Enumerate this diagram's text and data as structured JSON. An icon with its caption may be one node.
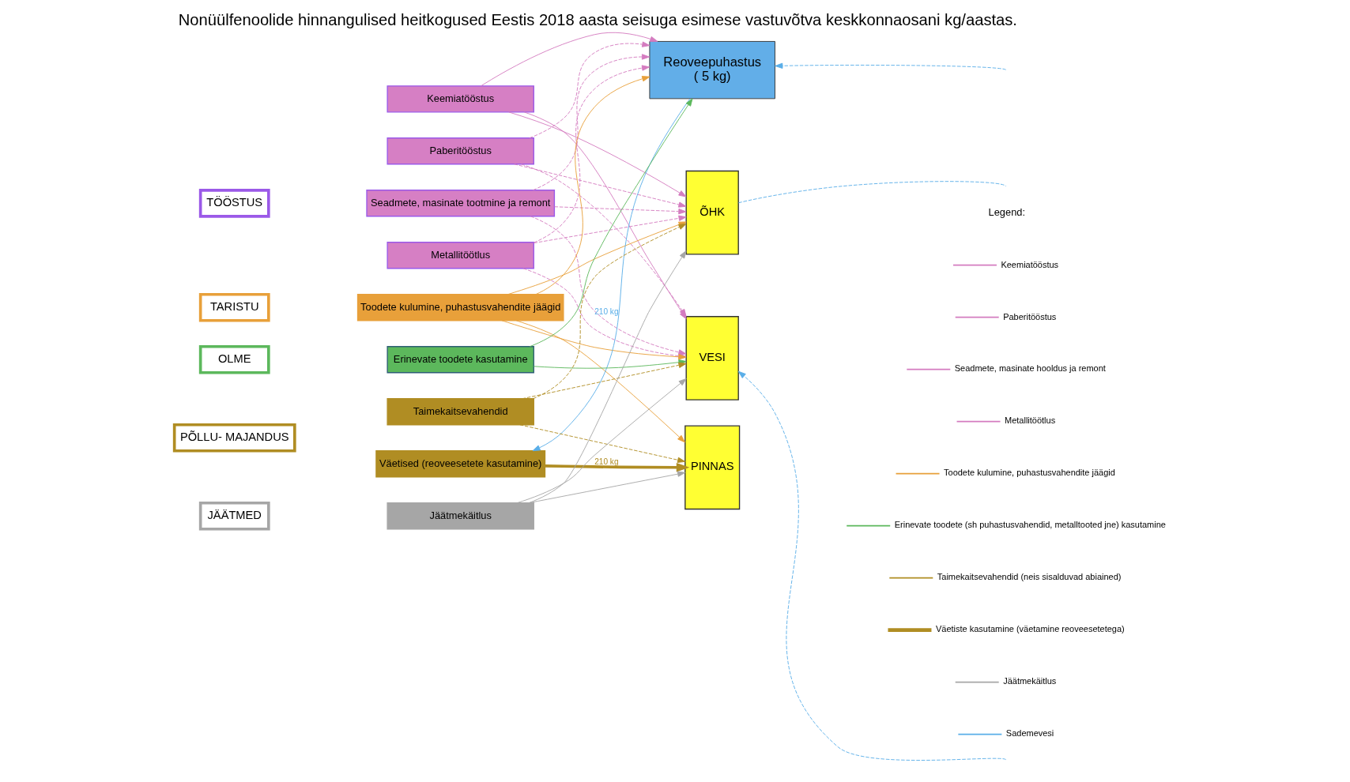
{
  "diagram": {
    "title": "Nonüülfenoolide hinnangulised heitkogused Eestis 2018 aasta seisuga esimese vastuvõtva keskkonnaosani kg/aastas.",
    "nodes": [
      {
        "text": [
          "TÖÖSTUS"
        ]
      },
      {
        "text": [
          "Keemiatööstus"
        ]
      },
      {
        "text": [
          "Paberitööstus"
        ]
      },
      {
        "text": [
          "Seadmete, masinate tootmine ja remont"
        ]
      },
      {
        "text": [
          "Metallitöötlus"
        ]
      },
      {
        "text": [
          "TARISTU"
        ]
      },
      {
        "text": [
          "Toodete kulumine, puhastusvahendite jäägid"
        ]
      },
      {
        "text": [
          "Reoveepuhastus",
          "( 5 kg)"
        ]
      },
      {
        "text": [
          "OLME"
        ]
      },
      {
        "text": [
          "Erinevate toodete kasutamine"
        ]
      },
      {
        "text": [
          "PÕLLU- MAJANDUS"
        ]
      },
      {
        "text": [
          "Taimekaitsevahendid"
        ]
      },
      {
        "text": [
          "Väetised (reoveesetete kasutamine)"
        ]
      },
      {
        "text": [
          "JÄÄTMED"
        ]
      },
      {
        "text": [
          "Jäätmekäitlus"
        ]
      },
      {
        "text": [
          "ÕHK"
        ]
      },
      {
        "text": [
          "VESI"
        ]
      },
      {
        "text": [
          "PINNAS"
        ]
      }
    ],
    "edges": [
      {
        "from": 1,
        "to": 15,
        "arrow": "to"
      },
      {
        "from": 1,
        "to": 7,
        "arrow": "to"
      },
      {
        "from": 1,
        "to": 16,
        "arrow": "to"
      },
      {
        "from": 2,
        "to": 15,
        "arrow": "to",
        "style": "dashed"
      },
      {
        "from": 2,
        "to": 7,
        "arrow": "to",
        "style": "dashed"
      },
      {
        "from": 2,
        "to": 16,
        "arrow": "to",
        "style": "dashed"
      },
      {
        "from": 3,
        "to": 15,
        "arrow": "to",
        "style": "dashed"
      },
      {
        "from": 3,
        "to": 7,
        "arrow": "to",
        "style": "dashed"
      },
      {
        "from": 3,
        "to": 16,
        "arrow": "to",
        "style": "dashed"
      },
      {
        "from": 4,
        "to": 15,
        "arrow": "to",
        "style": "dashed"
      },
      {
        "from": 4,
        "to": 7,
        "arrow": "to",
        "style": "dashed"
      },
      {
        "from": 4,
        "to": 16,
        "arrow": "to",
        "style": "dashed"
      },
      {
        "from": 6,
        "to": 7,
        "arrow": "to",
        "color": "#e8a03a"
      },
      {
        "from": 6,
        "to": 15,
        "arrow": "to",
        "color": "#e8a03a"
      },
      {
        "from": 6,
        "to": 16,
        "arrow": "to",
        "color": "#e8a03a"
      },
      {
        "from": 6,
        "to": 17,
        "arrow": "to",
        "color": "#e8a03a"
      },
      {
        "from": 7,
        "to": 12,
        "arrow": "to",
        "label": "210 kg",
        "color": "#5aaee8"
      },
      {
        "from": 9,
        "to": 7,
        "arrow": "to",
        "color": "#5cb85c"
      },
      {
        "from": 9,
        "to": 16,
        "arrow": "to",
        "color": "#5cb85c"
      },
      {
        "from": 11,
        "to": 15,
        "arrow": "to",
        "style": "dashed",
        "color": "#b08d23"
      },
      {
        "from": 11,
        "to": 16,
        "arrow": "to",
        "style": "dashed",
        "color": "#b08d23"
      },
      {
        "from": 11,
        "to": 17,
        "arrow": "to",
        "style": "dashed",
        "color": "#b08d23"
      },
      {
        "from": 12,
        "to": 17,
        "arrow": "to",
        "label": "210 kg",
        "style": "thick",
        "color": "#b08d23"
      },
      {
        "from": 14,
        "to": 15,
        "arrow": "to",
        "color": "#a6a6a6"
      },
      {
        "from": 14,
        "to": 16,
        "arrow": "to",
        "color": "#a6a6a6"
      },
      {
        "from": 14,
        "to": 17,
        "arrow": "to",
        "color": "#a6a6a6"
      },
      {
        "from": null,
        "to": 7,
        "arrow": "to",
        "style": "dashed",
        "color": "#5aaee8"
      },
      {
        "from": 15,
        "to": null,
        "arrow": "none",
        "style": "dashed",
        "color": "#5aaee8"
      },
      {
        "from": null,
        "to": 16,
        "arrow": "to",
        "style": "dashed",
        "color": "#5aaee8"
      }
    ],
    "labels": [
      "Legend:"
    ],
    "legend": [
      {
        "text": "Keemiatööstus"
      },
      {
        "text": "Paberitööstus"
      },
      {
        "text": "Seadmete, masinate hooldus ja remont"
      },
      {
        "text": "Metallitöötlus"
      },
      {
        "text": "Toodete kulumine, puhastusvahendite jäägid"
      },
      {
        "text": "Erinevate toodete (sh puhastusvahendid, metalltooted jne) kasutamine"
      },
      {
        "text": "Taimekaitsevahendid (neis sisalduvad abiained)"
      },
      {
        "text": "Väetiste kasutamine (väetamine reoveesetetega)"
      },
      {
        "text": "Jäätmekäitlus"
      },
      {
        "text": "Sademevesi"
      }
    ]
  }
}
